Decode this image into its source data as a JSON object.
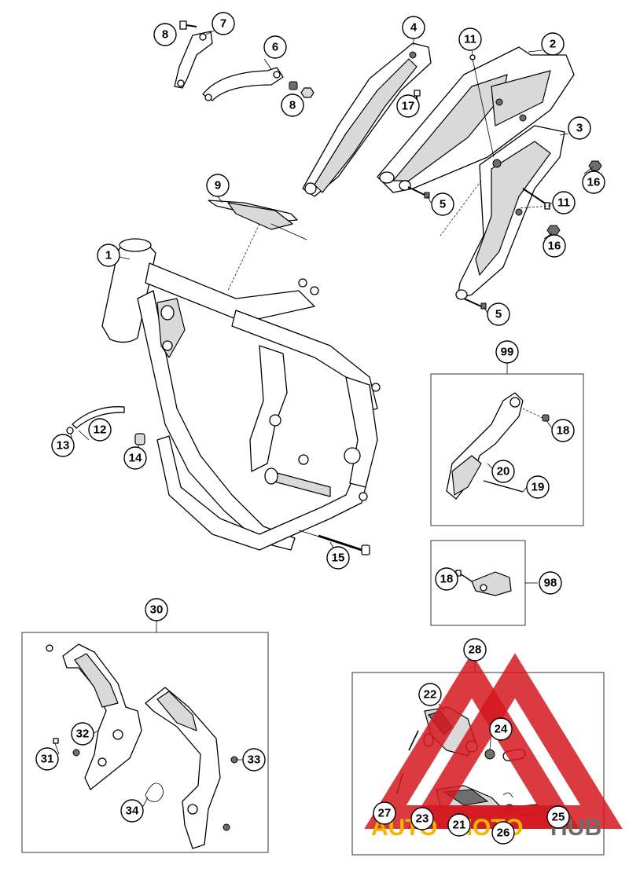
{
  "callouts": {
    "c1": "1",
    "c2": "2",
    "c3": "3",
    "c4": "4",
    "c5a": "5",
    "c5b": "5",
    "c6": "6",
    "c7": "7",
    "c8a": "8",
    "c8b": "8",
    "c9": "9",
    "c11a": "11",
    "c11b": "11",
    "c12": "12",
    "c13": "13",
    "c14": "14",
    "c15": "15",
    "c16a": "16",
    "c16b": "16",
    "c17": "17",
    "c18a": "18",
    "c18b": "18",
    "c19": "19",
    "c20": "20",
    "c21": "21",
    "c22": "22",
    "c23": "23",
    "c24": "24",
    "c25": "25",
    "c26": "26",
    "c27": "27",
    "c28": "28",
    "c30": "30",
    "c31": "31",
    "c32": "32",
    "c33": "33",
    "c34": "34",
    "c98": "98",
    "c99": "99"
  },
  "watermark": {
    "part1": "AUTO",
    "part2": "MOTO",
    "part3": "HUB",
    "color_red": "#d4181f",
    "color_yellow": "#f2b600",
    "color_grey": "#6d6d6d"
  }
}
